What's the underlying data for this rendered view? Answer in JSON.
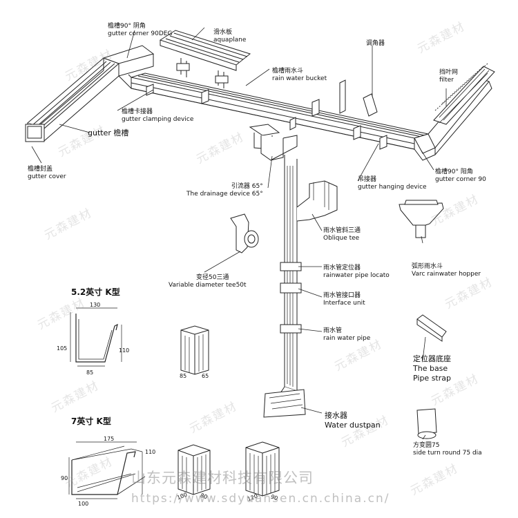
{
  "labels": {
    "corner_inner": {
      "cn": "檐槽90° 阴角",
      "en": "gutter corner 90DEG"
    },
    "aquaplane": {
      "cn": "滑水板",
      "en": "aquaplane"
    },
    "bucket": {
      "cn": "檐槽雨水斗",
      "en": "rain water bucket"
    },
    "adjuster": {
      "cn": "调角器"
    },
    "filter": {
      "cn": "挡叶网",
      "en": "filter"
    },
    "clamp": {
      "cn": "檐槽卡接器",
      "en": "gutter clamping device"
    },
    "gutter": {
      "en": "gutter",
      "cn": "檐槽"
    },
    "cover": {
      "cn": "檐槽封盖",
      "en": "gutter cover"
    },
    "corner_outer": {
      "cn": "檐槽90° 阳角",
      "en": "gutter corner 90"
    },
    "hanger": {
      "cn": "吊接器",
      "en": "gutter hanging device"
    },
    "drainage": {
      "cn": "引流器 65°",
      "en": "The drainage device 65°"
    },
    "oblique_tee": {
      "cn": "雨水管斜三通",
      "en": "Oblique tee"
    },
    "pipe_locator": {
      "cn": "雨水管定位器",
      "en": "rainwater pipe locato"
    },
    "interface": {
      "cn": "雨水管接口器",
      "en": "Interface unit"
    },
    "pipe": {
      "cn": "雨水管",
      "en": "rain water pipe"
    },
    "hopper": {
      "cn": "弧形雨水斗",
      "en": "Varc rainwater hopper"
    },
    "variable_tee": {
      "cn": "变径50三通",
      "en": "Variable diameter tee50t"
    },
    "base": {
      "cn": "定位器底座",
      "en1": "The base",
      "en2": "Pipe strap"
    },
    "dustpan": {
      "cn": "接水器",
      "en": "Water dustpan"
    },
    "turn_round": {
      "cn": "方变圆75",
      "en": "side turn round 75 dia"
    }
  },
  "profiles": {
    "k52": {
      "title": "5.2英寸 K型",
      "top": "130",
      "left": "105",
      "right": "110",
      "bottom": "85"
    },
    "k7": {
      "title": "7英寸 K型",
      "top": "175",
      "left": "90",
      "right": "110",
      "bottom": "100"
    }
  },
  "pipes": {
    "p1": {
      "a": "85",
      "b": "65"
    },
    "p2": {
      "a": "100",
      "b": "80"
    },
    "p3": {
      "a": "120",
      "b": "90"
    }
  },
  "watermark": "元森建材",
  "footer": {
    "company": "山东元森建材科技有限公司",
    "url": "https://www.sdyuansen.cn.china.cn/"
  }
}
